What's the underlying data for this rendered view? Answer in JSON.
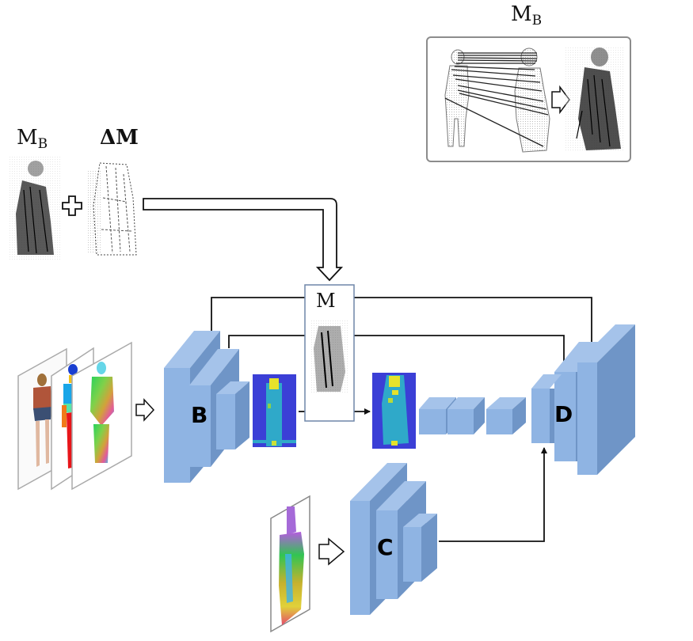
{
  "labels": {
    "mb_top": {
      "main": "M",
      "sub": "B"
    },
    "mb_left": {
      "main": "M",
      "sub": "B"
    },
    "delta_m": "ΔM",
    "m_box": "M",
    "block_b": "B",
    "block_c": "C",
    "block_d": "D"
  },
  "colors": {
    "block_front": "#8fb4e3",
    "block_side": "#6f95c7",
    "block_top": "#a5c3ea",
    "heatmap_bg": "#3b3fd6",
    "heatmap_body": "#2fa9c9",
    "heatmap_hot": "#e6e22b",
    "line": "#111111",
    "frame_gray": "#9a9a9a",
    "m_box_border": "#6f86a8"
  },
  "icons": {
    "plus": "plus-icon",
    "hollow_arrow": "hollow-arrow-icon"
  }
}
